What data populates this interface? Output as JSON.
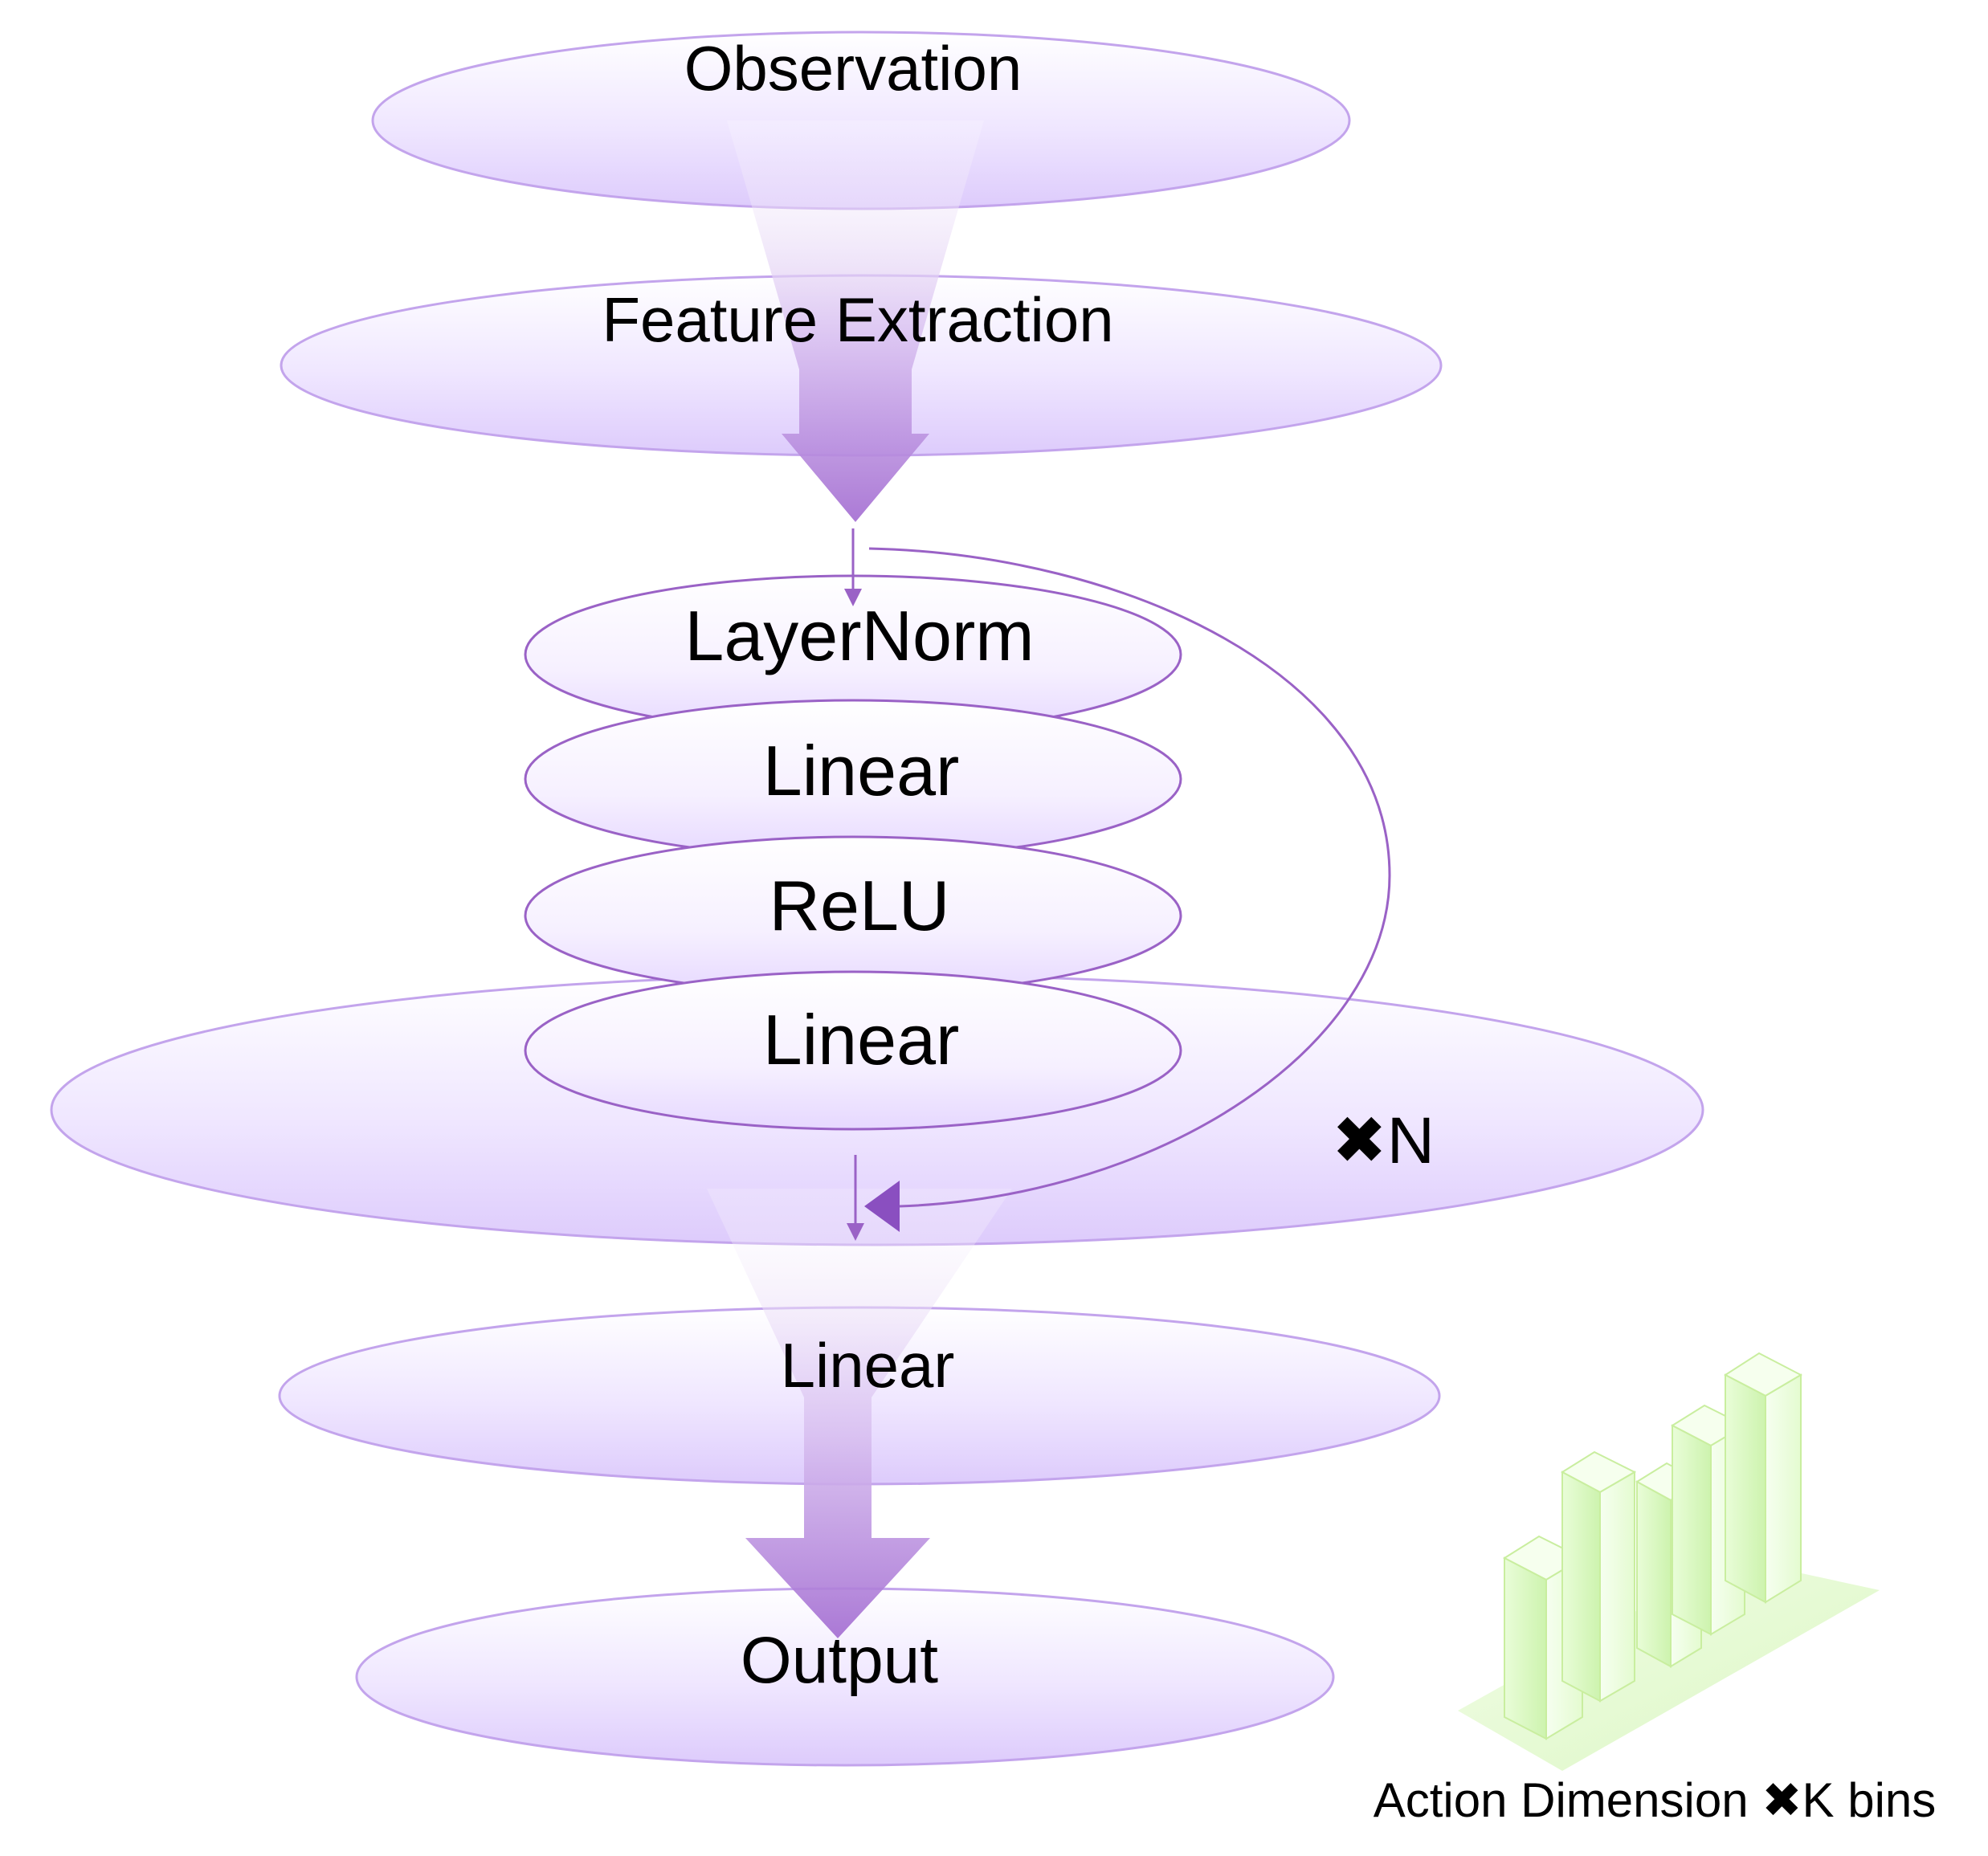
{
  "diagram": {
    "nodes": {
      "observation": "Observation",
      "feature_extraction": "Feature Extraction",
      "layernorm": "LayerNorm",
      "linear_1": "Linear",
      "relu": "ReLU",
      "linear_2": "Linear",
      "linear_out": "Linear",
      "output": "Output"
    },
    "repeat_label": "✖N",
    "output_caption": "Action Dimension ✖K bins"
  },
  "colors": {
    "lavender_fill": "#eadfff",
    "lavender_edge": "#b58ee0",
    "purple_stroke": "#9a62c6",
    "purple_dark": "#8a4fc0",
    "arrow_light": "#f6f0ff",
    "bar_green_light": "#f3ffe6",
    "bar_green": "#d7f7c0",
    "bar_green_dark": "#c2ee9e"
  },
  "icons": {
    "output_bins": "bar-chart-icon"
  }
}
